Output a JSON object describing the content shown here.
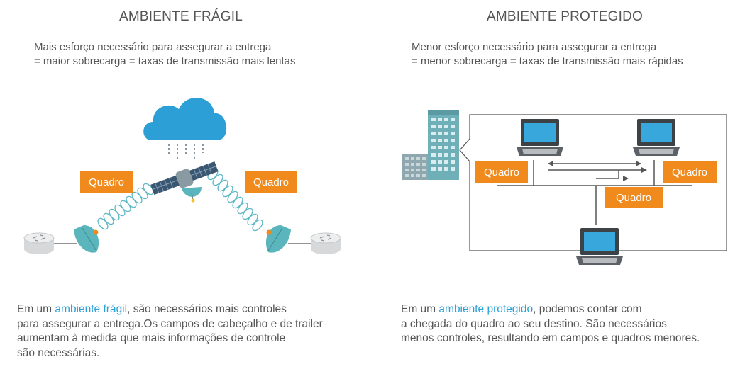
{
  "left": {
    "title": "AMBIENTE FRÁGIL",
    "subtitle_line1": "Mais esforço necessário para assegurar a entrega",
    "subtitle_line2": "= maior sobrecarga = taxas de transmissão mais lentas",
    "frame_label_1": "Quadro",
    "frame_label_2": "Quadro",
    "desc_prefix": "Em um ",
    "desc_highlight": "ambiente frágil",
    "desc_line1_rest": ", são necessários mais controles",
    "desc_line2": "para assegurar a entrega.Os campos de cabeçalho e de trailer",
    "desc_line3": "aumentam à medida que mais informações de controle",
    "desc_line4": "são necessárias."
  },
  "right": {
    "title": "AMBIENTE PROTEGIDO",
    "subtitle_line1": "Menor esforço necessário para assegurar a entrega",
    "subtitle_line2": "= menor sobrecarga = taxas de transmissão mais rápidas",
    "frame_label_1": "Quadro",
    "frame_label_2": "Quadro",
    "frame_label_3": "Quadro",
    "desc_prefix": "Em um ",
    "desc_highlight": "ambiente protegido",
    "desc_line1_rest": ", podemos contar com",
    "desc_line2": "a chegada do quadro ao seu destino. São necessários",
    "desc_line3": "menos controles, resultando em campos e quadros menores."
  },
  "colors": {
    "accent_orange": "#f08a1c",
    "highlight_blue": "#2a9fd8",
    "cloud_blue": "#2b9fd6",
    "dish_teal": "#5ab5bc",
    "building_teal": "#6fb0b8"
  },
  "icons": [
    "cloud-icon",
    "satellite-icon",
    "router-icon",
    "dish-icon",
    "building-icon",
    "laptop-icon"
  ]
}
